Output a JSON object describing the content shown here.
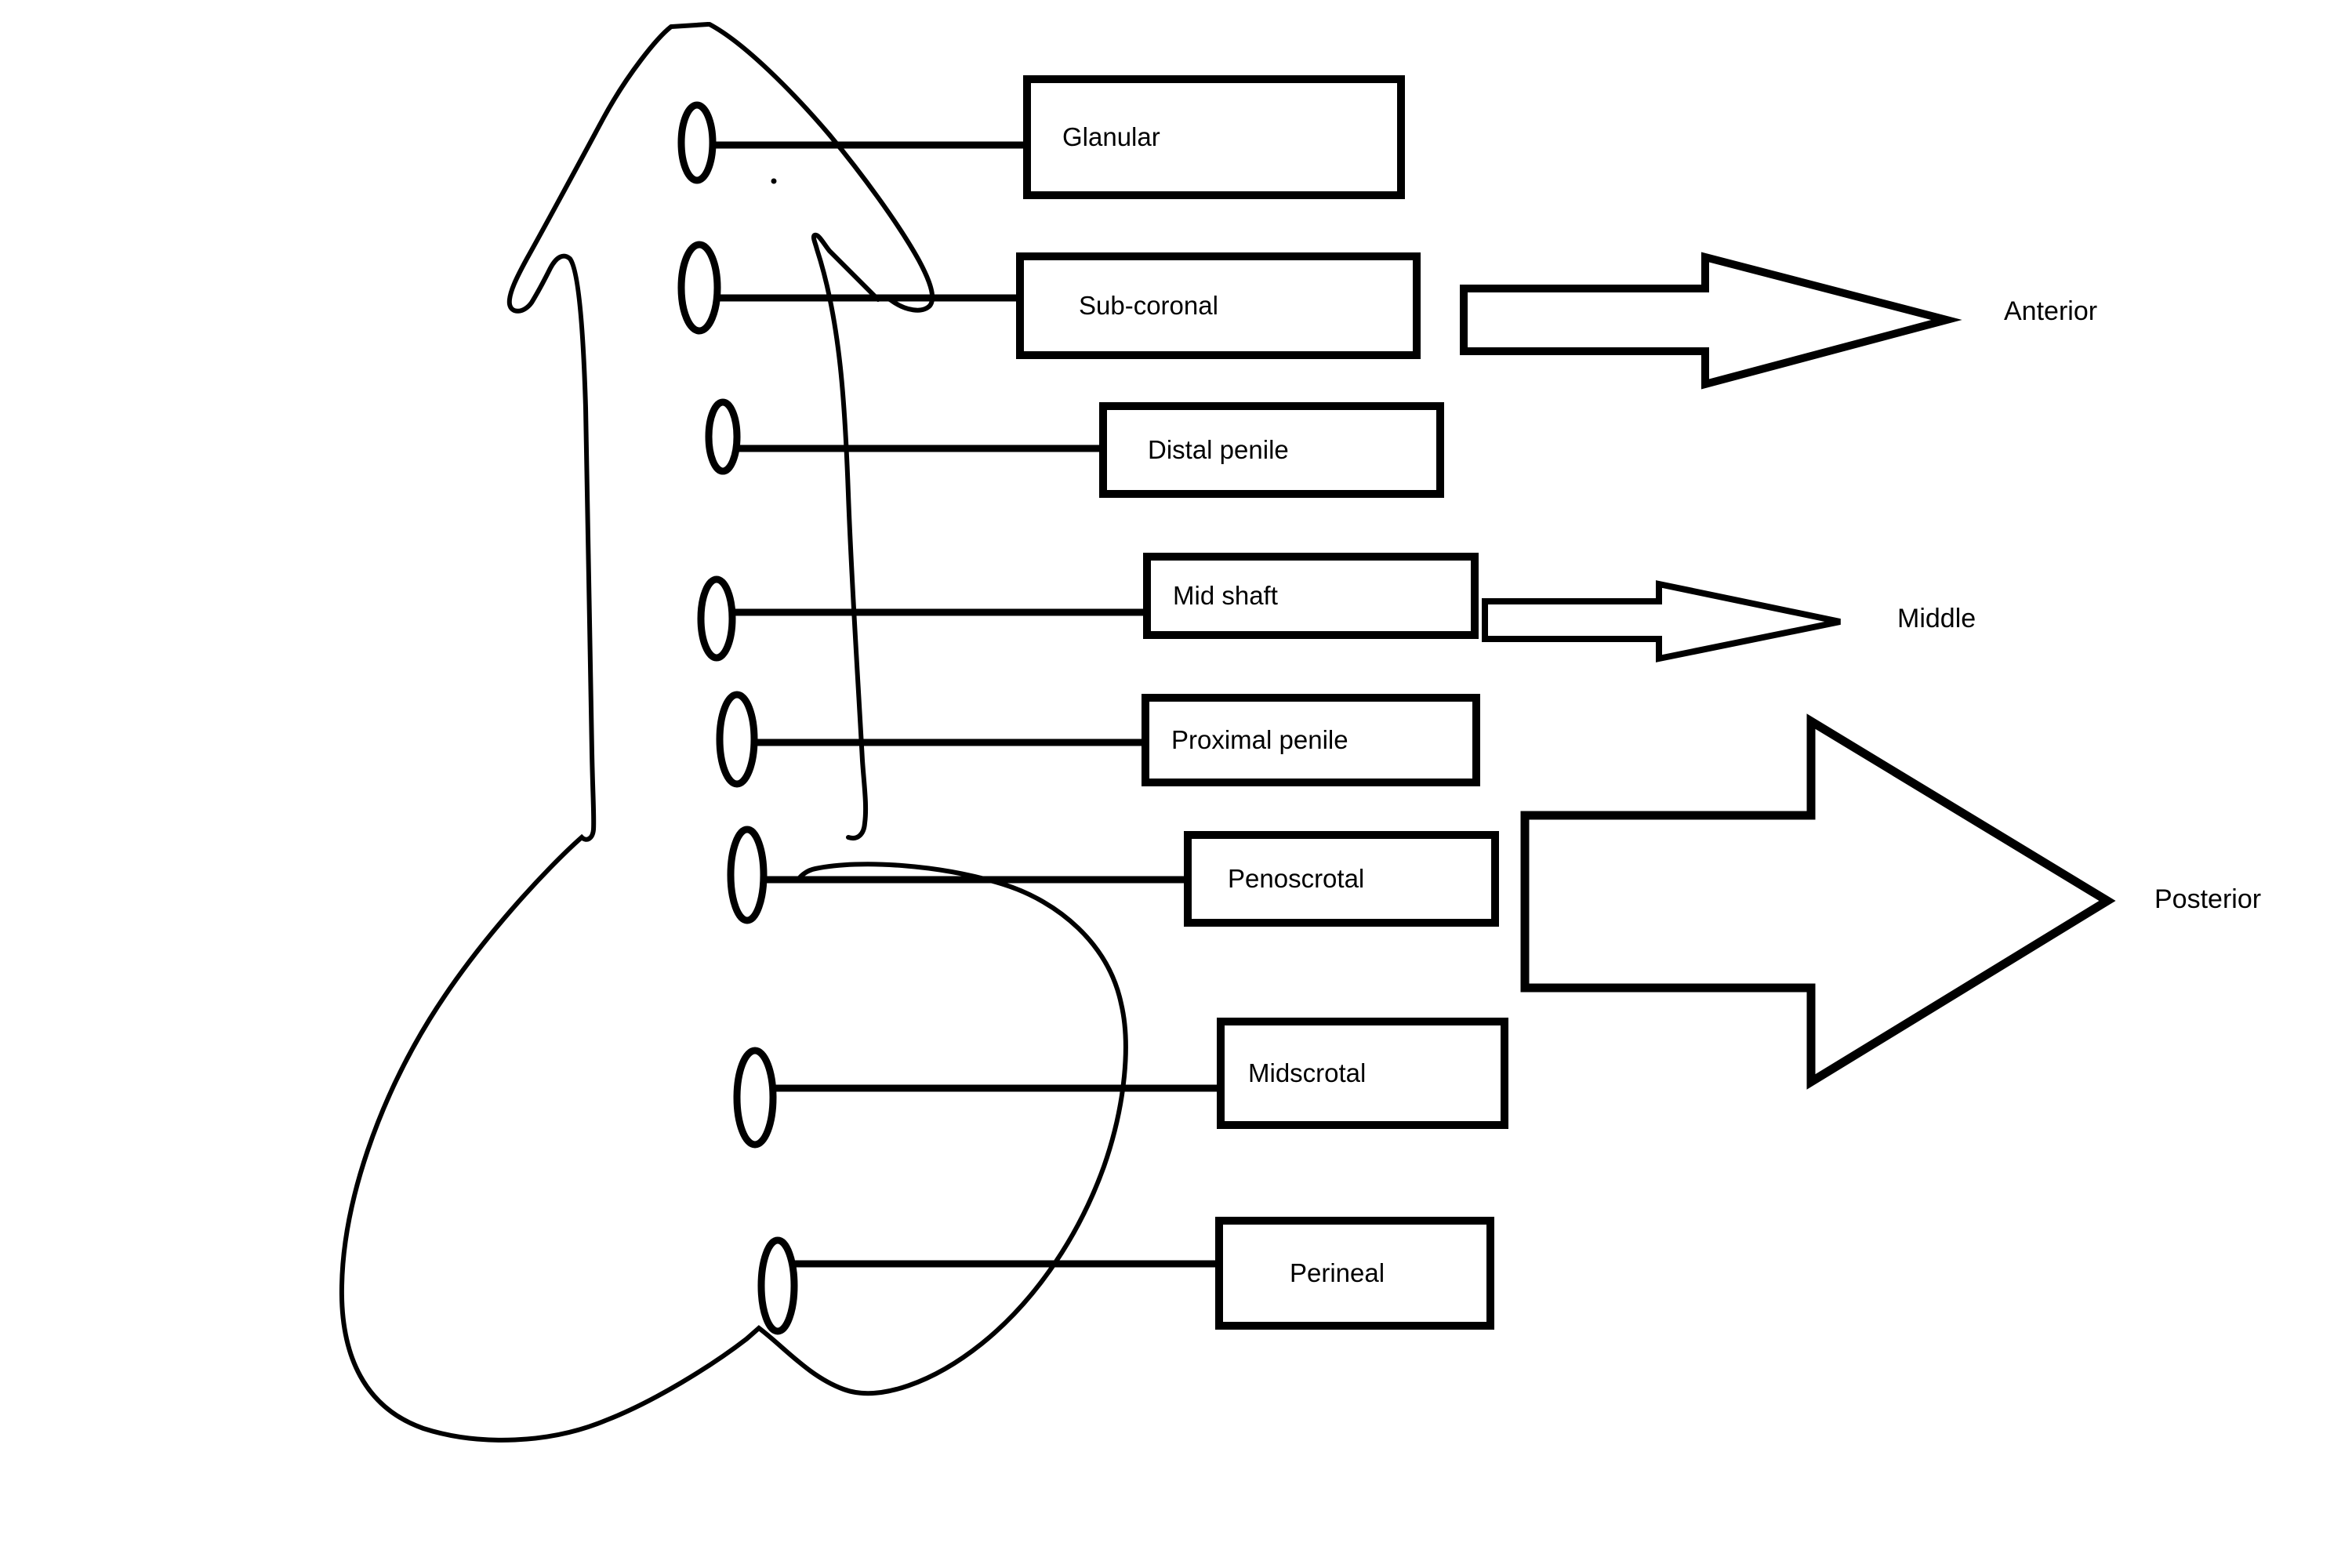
{
  "site_labels": [
    {
      "text": "Glanular"
    },
    {
      "text": "Sub-coronal"
    },
    {
      "text": "Distal penile"
    },
    {
      "text": "Mid shaft"
    },
    {
      "text": "Proximal penile"
    },
    {
      "text": "Penoscrotal"
    },
    {
      "text": "Midscrotal"
    },
    {
      "text": "Perineal"
    }
  ],
  "direction_labels": [
    {
      "text": "Anterior"
    },
    {
      "text": "Middle"
    },
    {
      "text": "Posterior"
    }
  ],
  "site_marker_count": 8,
  "marker_icon": "ellipse-meatus-marker",
  "colors": {
    "ink": "#000000",
    "background": "#ffffff"
  }
}
